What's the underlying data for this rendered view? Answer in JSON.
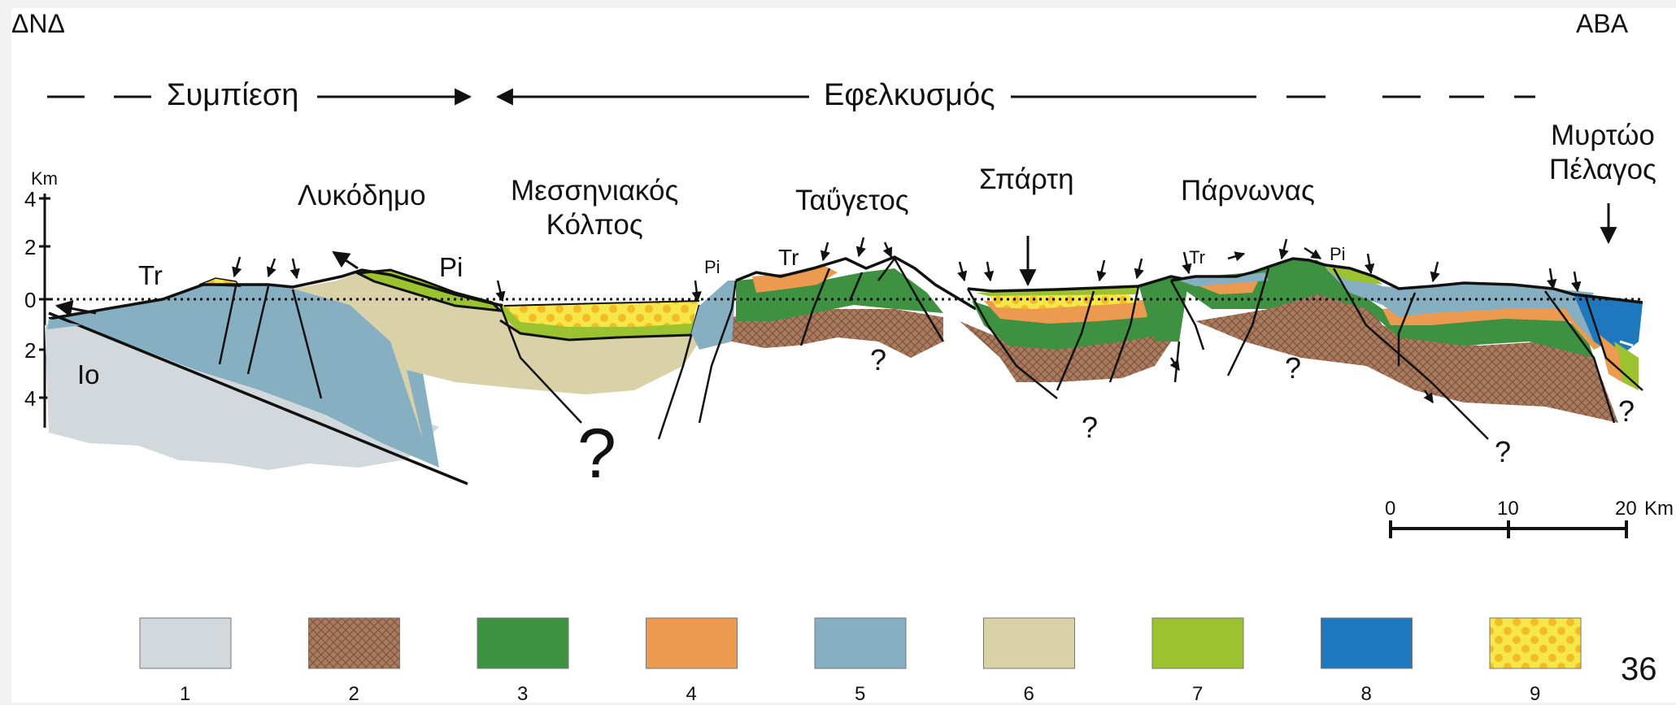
{
  "orientation": {
    "left": "ΔΝΔ",
    "right": "ΑΒΑ"
  },
  "regimes": {
    "compression": "Συμπίεση",
    "extension": "Εφελκυσμός"
  },
  "places": {
    "lykodimo": "Λυκόδημο",
    "messiniakos": "Μεσσηνιακός\nΚόλπος",
    "taygetos": "Ταΰγετος",
    "sparti": "Σπάρτη",
    "parnonas": "Πάρνωνας",
    "myrtoo": "Μυρτώο\nΠέλαγος"
  },
  "units": {
    "tr1": "Tr",
    "pi1": "Pi",
    "io": "Io",
    "pi2": "Pi",
    "tr2": "Tr",
    "tr3": "Tr",
    "pi3": "Pi"
  },
  "question_marks": [
    "?",
    "?",
    "?",
    "?",
    "?",
    "?"
  ],
  "depth_axis": {
    "unit": "Km",
    "ticks": [
      "4",
      "2",
      "0",
      "2",
      "4"
    ]
  },
  "scale_bar": {
    "ticks": [
      "0",
      "10",
      "20"
    ],
    "unit": "Km"
  },
  "colors": {
    "unit1": "#d2d8db",
    "unit2": "#a97a5e",
    "unit3": "#3d9140",
    "unit4": "#eb9a50",
    "unit5": "#87afc2",
    "unit6": "#d9d2a8",
    "unit7": "#9bc22f",
    "unit8": "#1f78bd",
    "unit9": "#f7e64a"
  },
  "legend": [
    {
      "label": "1",
      "color": "#d2d8db",
      "pattern": "none"
    },
    {
      "label": "2",
      "color": "#a97a5e",
      "pattern": "crosshatch"
    },
    {
      "label": "3",
      "color": "#3d9140",
      "pattern": "none"
    },
    {
      "label": "4",
      "color": "#eb9a50",
      "pattern": "none"
    },
    {
      "label": "5",
      "color": "#87afc2",
      "pattern": "none"
    },
    {
      "label": "6",
      "color": "#d9d2a8",
      "pattern": "none"
    },
    {
      "label": "7",
      "color": "#9bc22f",
      "pattern": "none"
    },
    {
      "label": "8",
      "color": "#1f78bd",
      "pattern": "none"
    },
    {
      "label": "9",
      "color": "#f7e64a",
      "pattern": "dots"
    }
  ],
  "page_number": "36"
}
